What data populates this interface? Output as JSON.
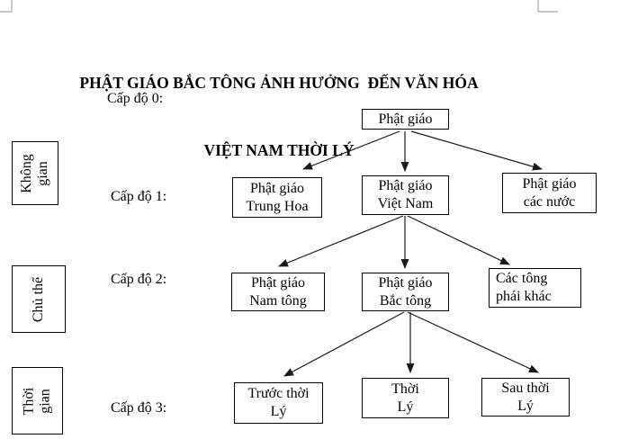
{
  "title": {
    "line1": "PHẬT GIÁO BẮC TÔNG ẢNH HƯỞNG  ĐẾN VĂN HÓA",
    "line2": "VIỆT NAM THỜI LÝ"
  },
  "level_labels": {
    "level0": "Cấp độ 0:",
    "level1": "Cấp độ 1:",
    "level2": "Cấp độ 2:",
    "level3": "Cấp độ 3:"
  },
  "side_labels": {
    "space": "Không\ngian",
    "subject": "Chủ thể",
    "time": "Thời gian"
  },
  "nodes": {
    "root": "Phật giáo",
    "l1_left": "Phật giáo\nTrung Hoa",
    "l1_center": "Phật giáo\nViệt Nam",
    "l1_right": "Phật giáo\ncác nước",
    "l2_left": "Phật giáo\nNam tông",
    "l2_center": "Phật giáo\nBắc tông",
    "l2_right": "Các tông\nphái khác",
    "l3_left": "Trước thời\nLý",
    "l3_center": "Thời\nLý",
    "l3_right": "Sau thời\nLý"
  },
  "edges": [
    {
      "from": "Phật giáo",
      "to": "Phật giáo Trung Hoa"
    },
    {
      "from": "Phật giáo",
      "to": "Phật giáo Việt Nam"
    },
    {
      "from": "Phật giáo",
      "to": "Phật giáo các nước"
    },
    {
      "from": "Phật giáo Việt Nam",
      "to": "Phật giáo Nam tông"
    },
    {
      "from": "Phật giáo Việt Nam",
      "to": "Phật giáo Bắc tông"
    },
    {
      "from": "Phật giáo Việt Nam",
      "to": "Các tông phái khác"
    },
    {
      "from": "Phật giáo Bắc tông",
      "to": "Trước thời Lý"
    },
    {
      "from": "Phật giáo Bắc tông",
      "to": "Thời Lý"
    },
    {
      "from": "Phật giáo Bắc tông",
      "to": "Sau thời Lý"
    }
  ],
  "colors": {
    "text": "#000000",
    "box_border": "#000000",
    "arrow": "#1a1a1a",
    "crop_mark": "#a6a6a6",
    "background": "#ffffff"
  }
}
